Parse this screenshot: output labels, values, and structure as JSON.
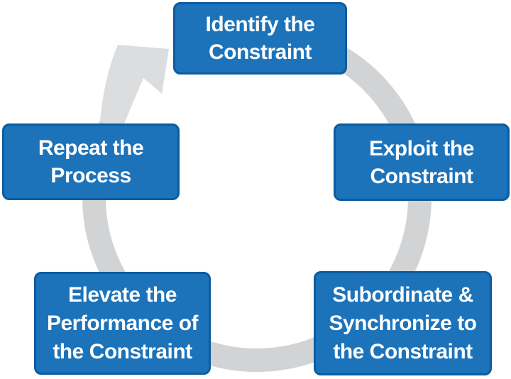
{
  "diagram": {
    "type": "cycle",
    "direction": "clockwise",
    "steps": [
      {
        "order": 1,
        "position": "top",
        "label": "Identify the\nConstraint"
      },
      {
        "order": 2,
        "position": "right",
        "label": "Exploit the\nConstraint"
      },
      {
        "order": 3,
        "position": "bottom-right",
        "label": "Subordinate &\nSynchronize to\nthe Constraint"
      },
      {
        "order": 4,
        "position": "bottom-left",
        "label": "Elevate the\nPerformance of\nthe Constraint"
      },
      {
        "order": 5,
        "position": "left",
        "label": "Repeat the\nProcess"
      }
    ],
    "icons": {
      "ring": "cycle-ring",
      "arrowhead": "clockwise-arrow-icon"
    },
    "colors": {
      "box_fill": "#1C73BA",
      "box_border": "#0D5C9E",
      "text": "#FFFFFF",
      "ring": "#D2D3D4",
      "arrow": "#DCDDDE",
      "background": "#FFFFFF"
    }
  }
}
